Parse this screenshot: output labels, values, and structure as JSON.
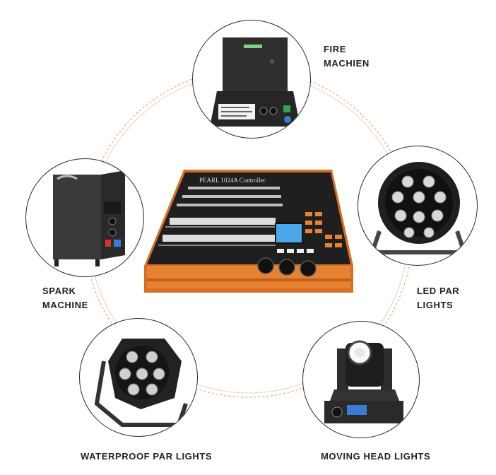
{
  "products": {
    "fire": {
      "line1": "FIRE",
      "line2": "MACHIEN"
    },
    "spark": {
      "line1": "SPARK",
      "line2": "MACHINE"
    },
    "ledpar": {
      "line1": "LED PAR",
      "line2": "LIGHTS"
    },
    "waterproof": {
      "line1": "WATERPROOF PAR LIGHTS"
    },
    "moving": {
      "line1": "MOVING HEAD LIGHTS"
    }
  },
  "console": {
    "model": "PEARL 1024A Controller"
  },
  "colors": {
    "accent": "#e0792a",
    "ring": "#e8a878",
    "device": "#2b2b2b"
  }
}
